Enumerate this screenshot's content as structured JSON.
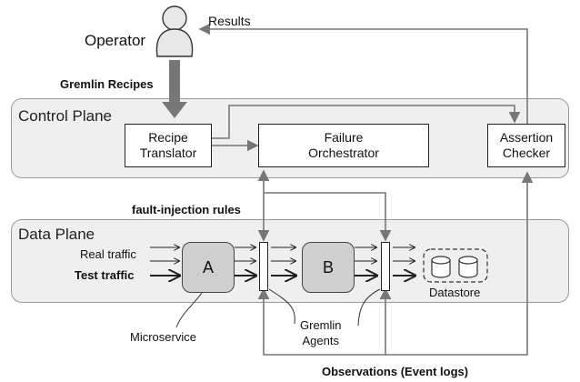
{
  "actors": {
    "operator": "Operator"
  },
  "flows": {
    "results": "Results",
    "gremlin_recipes": "Gremlin Recipes",
    "fault_injection_rules": "fault-injection rules",
    "observations": "Observations (Event logs)"
  },
  "control_plane": {
    "title": "Control Plane",
    "recipe_translator": "Recipe\nTranslator",
    "failure_orchestrator": "Failure\nOrchestrator",
    "assertion_checker": "Assertion\nChecker"
  },
  "data_plane": {
    "title": "Data Plane",
    "real_traffic": "Real traffic",
    "test_traffic": "Test traffic",
    "service_a": "A",
    "service_b": "B",
    "datastore": "Datastore"
  },
  "annotations": {
    "microservice": "Microservice",
    "gremlin_agents": "Gremlin\nAgents"
  }
}
